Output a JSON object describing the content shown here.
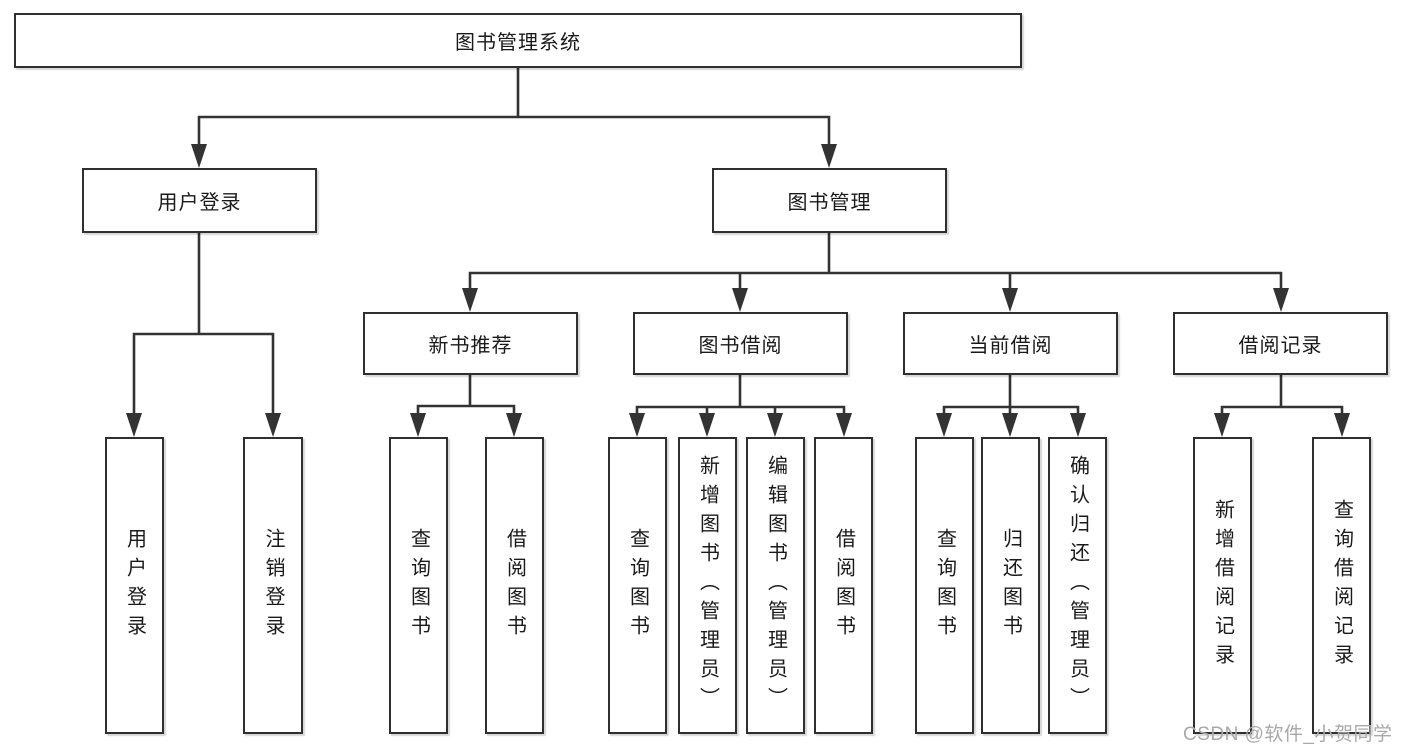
{
  "colors": {
    "line": "#333333",
    "border": "#2f2f2f",
    "text": "#1a1a1a",
    "watermark": "#a9a9a9",
    "background": "#ffffff"
  },
  "nodes": {
    "root": {
      "label": "图书管理系统"
    },
    "userLogin": {
      "label": "用户登录"
    },
    "bookMgmt": {
      "label": "图书管理"
    },
    "newBookRec": {
      "label": "新书推荐"
    },
    "bookBorrow": {
      "label": "图书借阅"
    },
    "currentBorrow": {
      "label": "当前借阅"
    },
    "borrowRecord": {
      "label": "借阅记录"
    },
    "leaves": {
      "userLoginLeaf": {
        "label": "用户登录"
      },
      "logoutLeaf": {
        "label": "注销登录"
      },
      "queryBook1": {
        "label": "查询图书"
      },
      "borrowBook1": {
        "label": "借阅图书"
      },
      "queryBook2": {
        "label": "查询图书"
      },
      "addBook": {
        "label": "新增图书（管理员）"
      },
      "editBook": {
        "label": "编辑图书（管理员）"
      },
      "borrowBook2": {
        "label": "借阅图书"
      },
      "queryBook3": {
        "label": "查询图书"
      },
      "returnBook": {
        "label": "归还图书"
      },
      "confirmReturn": {
        "label": "确认归还（管理员）"
      },
      "addBorrowRecord": {
        "label": "新增借阅记录"
      },
      "queryBorrowRecord": {
        "label": "查询借阅记录"
      }
    }
  },
  "hierarchy": {
    "图书管理系统": {
      "用户登录": [
        "用户登录",
        "注销登录"
      ],
      "图书管理": {
        "新书推荐": [
          "查询图书",
          "借阅图书"
        ],
        "图书借阅": [
          "查询图书",
          "新增图书（管理员）",
          "编辑图书（管理员）",
          "借阅图书"
        ],
        "当前借阅": [
          "查询图书",
          "归还图书",
          "确认归还（管理员）"
        ],
        "借阅记录": [
          "新增借阅记录",
          "查询借阅记录"
        ]
      }
    }
  },
  "watermark": {
    "text": "CSDN @软件_小贺同学"
  }
}
